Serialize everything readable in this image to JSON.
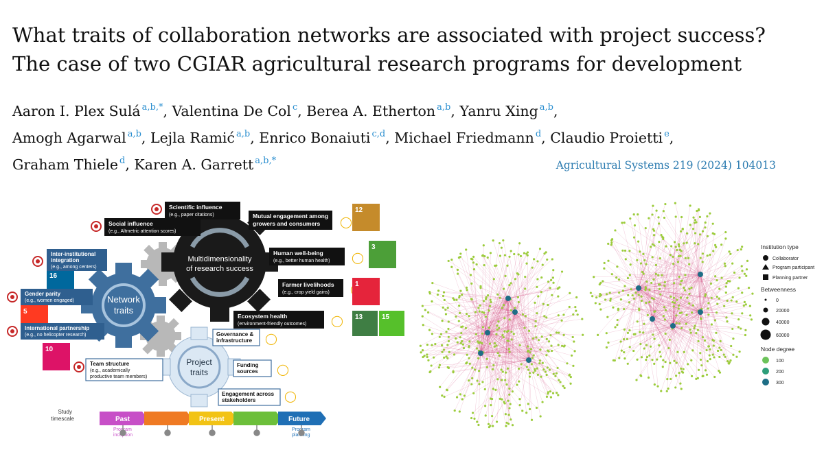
{
  "title": {
    "line1": "What traits of collaboration networks are associated with project success?",
    "line2": "The case of two CGIAR agricultural research programs for development"
  },
  "authors": [
    {
      "name": "Aaron I. Plex Sulá",
      "aff": "a,b,*"
    },
    {
      "name": "Valentina De Col",
      "aff": "c"
    },
    {
      "name": "Berea A. Etherton",
      "aff": "a,b"
    },
    {
      "name": "Yanru Xing",
      "aff": "a,b"
    },
    {
      "name": "Amogh Agarwal",
      "aff": "a,b"
    },
    {
      "name": "Lejla Ramić",
      "aff": "a,b"
    },
    {
      "name": "Enrico Bonaiuti",
      "aff": "c,d"
    },
    {
      "name": "Michael Friedmann",
      "aff": "d"
    },
    {
      "name": "Claudio Proietti",
      "aff": "e"
    },
    {
      "name": "Graham Thiele",
      "aff": "d"
    },
    {
      "name": "Karen A. Garrett",
      "aff": "a,b,*"
    }
  ],
  "journal": "Agricultural Systems 219 (2024) 104013",
  "figure_left": {
    "center_gear": [
      "Multidimensionality",
      "of research success"
    ],
    "network_gear": [
      "Network",
      "traits"
    ],
    "project_gear": [
      "Project",
      "traits"
    ],
    "outcomes": [
      {
        "title": "Scientific influence",
        "sub": "(e.g., paper citations)"
      },
      {
        "title": "Social influence",
        "sub": "(e.g., Altmetric attention scores)"
      },
      {
        "title": "Mutual engagement among",
        "title2": "growers and consumers",
        "sub": ""
      },
      {
        "title": "Human well-being",
        "sub": "(e.g., better human health)"
      },
      {
        "title": "Farmer livelihoods",
        "sub": "(e.g., crop yield gains)"
      },
      {
        "title": "Ecosystem health",
        "sub": "(environment-friendly outcomes)"
      }
    ],
    "network_traits": [
      {
        "title": "Inter-institutional",
        "title2": "integration",
        "sub": "(e.g., among centers)"
      },
      {
        "title": "Gender parity",
        "sub": "(e.g., women engaged)"
      },
      {
        "title": "International partnership",
        "sub": "(e.g., no helicopter research)"
      }
    ],
    "project_traits": [
      {
        "title": "Team structure",
        "sub": "(e.g., academically",
        "sub2": "productive team members)"
      },
      {
        "title": "Governance &",
        "title2": "infrastructure"
      },
      {
        "title": "Funding",
        "title2": "sources"
      },
      {
        "title": "Engagement across",
        "title2": "stakeholders"
      }
    ],
    "sdg_numbers": [
      "12",
      "3",
      "1",
      "13",
      "15",
      "16",
      "5",
      "10"
    ],
    "timescale": {
      "label1": "Study",
      "label2": "timescale",
      "past": "Past",
      "past_sub1": "Program",
      "past_sub2": "inception",
      "present": "Present",
      "future": "Future",
      "future_sub1": "Program",
      "future_sub2": "planning"
    }
  },
  "figure_right": {
    "legend": {
      "institution_title": "Institution type",
      "institution_items": [
        "Collaborator",
        "Program participant",
        "Planning partner"
      ],
      "betweenness_title": "Betweenness",
      "betweenness_items": [
        "0",
        "20000",
        "40000",
        "60000"
      ],
      "degree_title": "Node degree",
      "degree_items": [
        "100",
        "200",
        "300"
      ]
    },
    "colors": {
      "edge": "#c2185b",
      "node_light": "#9ccc3c",
      "node_mid": "#2e9e7a",
      "node_dark": "#1e6e86"
    }
  }
}
